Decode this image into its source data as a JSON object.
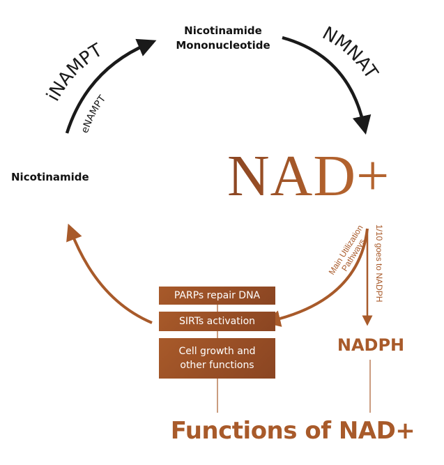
{
  "diagram": {
    "title": "Functions of NAD+",
    "nodes": {
      "nmn_line1": "Nicotinamide",
      "nmn_line2": "Mononucleotide",
      "nicotinamide": "Nicotinamide",
      "nad_plus": "NAD+",
      "nadph": "NADPH"
    },
    "enzymes": {
      "inampt": "iNAMPT",
      "enampt": "eNAMPT",
      "nmnat": "NMNAT"
    },
    "pathway_labels": {
      "main_line1": "Main Utilization",
      "main_line2": "Pathways",
      "nadph_branch": "1/10 goes to NADPH"
    },
    "functions": [
      {
        "label": "PARPs repair DNA"
      },
      {
        "label": "SIRTs activation"
      },
      {
        "label_line1": "Cell growth and",
        "label_line2": "other functions"
      }
    ],
    "colors": {
      "accent": "#a85a2a",
      "accent_dark": "#8a4522",
      "cycle_top": "#1a1a1a",
      "text_dark": "#111111"
    }
  }
}
